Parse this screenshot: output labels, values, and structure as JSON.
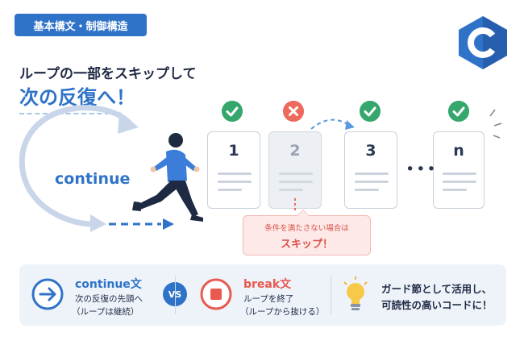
{
  "tag": "基本構文・制御構造",
  "headline": {
    "line1": "ループの一部をスキップして",
    "line2": "次の反復へ！"
  },
  "continue_label": "continue",
  "cards": [
    {
      "label": "1",
      "status": "check"
    },
    {
      "label": "2",
      "status": "cross"
    },
    {
      "label": "3",
      "status": "check"
    },
    {
      "label": "n",
      "status": "check"
    }
  ],
  "ellipsis": "•••",
  "skip_note": {
    "small": "条件を満たさない場合は",
    "big": "スキップ！"
  },
  "panel": {
    "continue": {
      "title": "continue文",
      "line1": "次の反復の先頭へ",
      "line2": "（ループは継続）"
    },
    "vs": "VS",
    "break": {
      "title": "break文",
      "line1": "ループを終了",
      "line2": "（ループから抜ける）"
    },
    "tip": {
      "line1": "ガード節として活用し、",
      "line2": "可読性の高いコードに！"
    }
  },
  "colors": {
    "brand_blue": "#2f73c8",
    "check_green": "#35a76d",
    "skip_red": "#ec6a5e",
    "break_red": "#e8594f"
  },
  "icons": {
    "logo": "c-language-logo-icon",
    "runner": "running-person-icon",
    "continue": "arrow-right-circle-icon",
    "break": "stop-square-icon",
    "tip": "lightbulb-icon"
  }
}
